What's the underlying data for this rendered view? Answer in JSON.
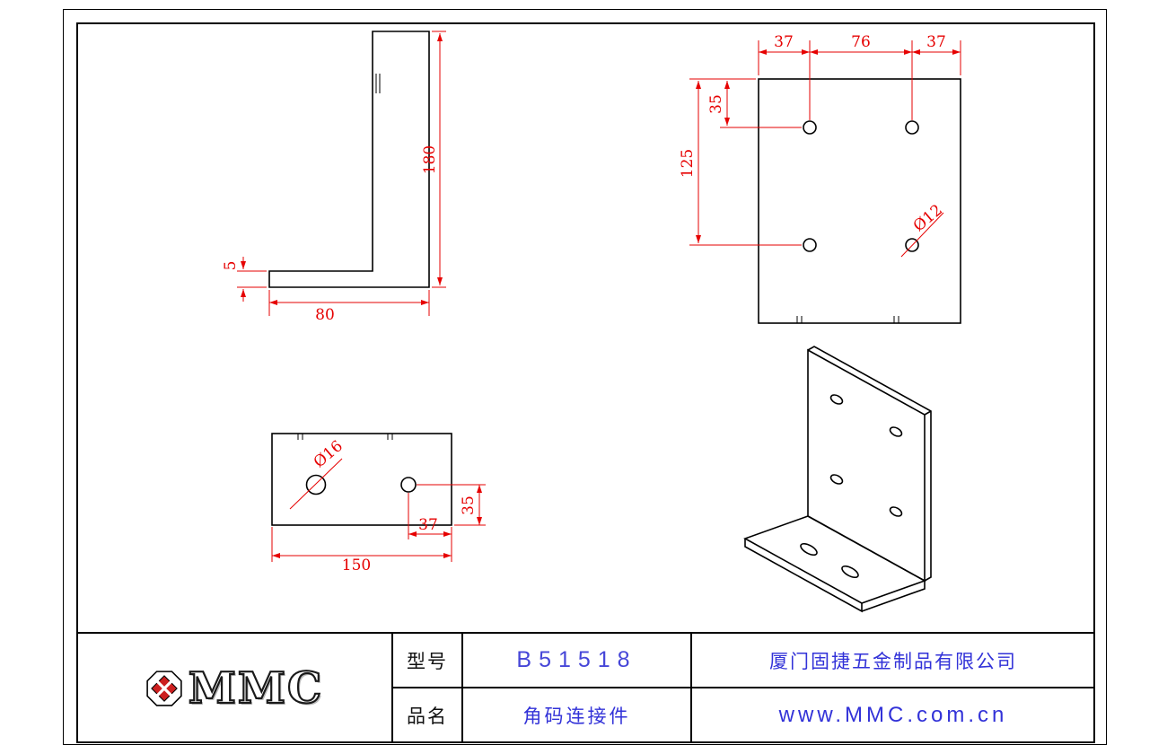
{
  "sheet": {
    "views": {
      "side": {
        "dim_height": "180",
        "dim_width": "80",
        "dim_thickness": "5"
      },
      "front": {
        "dim_left": "37",
        "dim_center": "76",
        "dim_right": "37",
        "dim_top_offset": "35",
        "dim_row_span": "125",
        "hole_label": "Ø12"
      },
      "plan": {
        "hole_label": "Ø16",
        "dim_hole_offset": "37",
        "dim_side_offset": "35",
        "dim_length": "150"
      }
    }
  },
  "title_block": {
    "logo_text": "MMC",
    "model_label": "型号",
    "model_value": "B51518",
    "product_label": "品名",
    "product_value": "角码连接件",
    "company": "厦门固捷五金制品有限公司",
    "website": "www.MMC.com.cn"
  },
  "colors": {
    "outline": "#000000",
    "dimension_red": "#e60000",
    "title_blue": "#3232d8",
    "logo_red": "#cc2020"
  }
}
